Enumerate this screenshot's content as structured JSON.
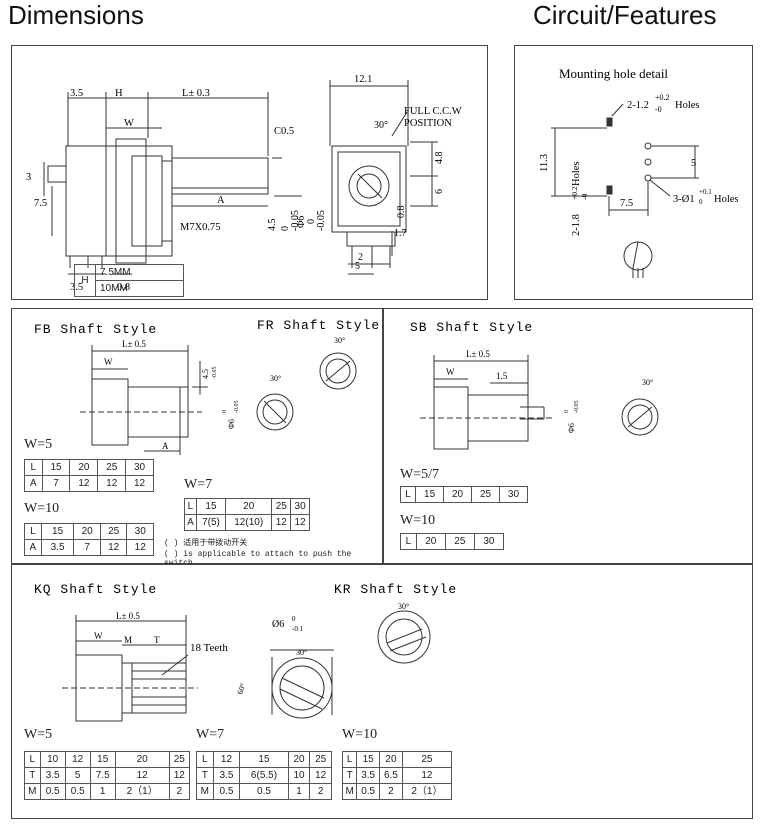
{
  "headings": {
    "dimensions": "Dimensions",
    "circuit": "Circuit/Features"
  },
  "main_drawing": {
    "d35_top": "3.5",
    "dH": "H",
    "dL": "L± 0.3",
    "dW": "W",
    "dC": "C0.5",
    "dA": "A",
    "dM7": "M7X0.75",
    "d3": "3",
    "d75": "7.5",
    "d35_bot": "3.5",
    "d08": "0.8",
    "d45": "4.5",
    "d005a": "-0.05",
    "d0a": "0",
    "dphi6": "Φ6",
    "d005b": "-0.05",
    "d0b": "0",
    "d121": "12.1",
    "d30": "30°",
    "full1": "FULL C.C.W",
    "full2": "POSITION",
    "d48": "4.8",
    "d6": "6",
    "d08b": "0.8",
    "d2": "2",
    "d17": "1.7",
    "d5": "5",
    "h_table": {
      "h": "H",
      "r1": "7.5MM",
      "r2": "10MM"
    }
  },
  "mounting": {
    "title": "Mounting hole detail",
    "h1a": "2-1.2",
    "h1b": "+0.2",
    "h1c": "-0",
    "h1d": "Holes",
    "d113": "11.3",
    "d5": "5",
    "d75": "7.5",
    "v1a": "2-1.8",
    "v1b": "+0.2",
    "v1c": "-0",
    "v1d": "Holes",
    "h3a": "3-Ø1",
    "h3b": "+0.1",
    "h3c": "0",
    "h3d": "Holes"
  },
  "fb": {
    "title": "FB  Shaft  Style",
    "dL": "L± 0.5",
    "dW": "W",
    "d45": "4.5",
    "d005": "-0.05",
    "dphi": "Φ6",
    "d0": "0",
    "d005b": "-0.05",
    "dA": "A"
  },
  "fr": {
    "title": "FR  Shaft  Style",
    "d30a": "30°",
    "d30b": "30°"
  },
  "sb": {
    "title": "SB  Shaft  Style",
    "dL": "L± 0.5",
    "dW": "W",
    "d15": "1.5",
    "dphi": "Φ6",
    "d0": "0",
    "d005": "-0.05",
    "d30": "30°"
  },
  "fb_w5": {
    "label": "W=5",
    "rows": [
      [
        "L",
        "15",
        "20",
        "25",
        "30"
      ],
      [
        "A",
        "7",
        "12",
        "12",
        "12"
      ]
    ]
  },
  "fb_w10": {
    "label": "W=10",
    "rows": [
      [
        "L",
        "15",
        "20",
        "25",
        "30"
      ],
      [
        "A",
        "3.5",
        "7",
        "12",
        "12"
      ]
    ]
  },
  "fb_w7": {
    "label": "W=7",
    "rows": [
      [
        "L",
        "15",
        "20",
        "25",
        "30"
      ],
      [
        "A",
        "7(5)",
        "12(10)",
        "12",
        "12"
      ]
    ]
  },
  "fb_note1": "( ) 适用于带拨动开关",
  "fb_note2": "( ) is applicable to attach to push the switch",
  "sb_w57": {
    "label": "W=5/7",
    "rows": [
      [
        "L",
        "15",
        "20",
        "25",
        "30"
      ]
    ]
  },
  "sb_w10": {
    "label": "W=10",
    "rows": [
      [
        "L",
        "20",
        "25",
        "30"
      ]
    ]
  },
  "kq": {
    "title": "KQ  Shaft  Style",
    "dL": "L± 0.5",
    "dW": "W",
    "dM": "M",
    "dT": "T",
    "teeth": "18 Teeth",
    "phi": "Ø6",
    "d0": "0",
    "d01": "-0.1",
    "d30": "30°",
    "d60": "60°"
  },
  "kr": {
    "title": "KR  Shaft  Style",
    "d30": "30°"
  },
  "kq_w5": {
    "label": "W=5",
    "rows": [
      [
        "L",
        "10",
        "12",
        "15",
        "20",
        "25"
      ],
      [
        "T",
        "3.5",
        "5",
        "7.5",
        "12",
        "12"
      ],
      [
        "M",
        "0.5",
        "0.5",
        "1",
        "2（1）",
        "2"
      ]
    ]
  },
  "kq_w7": {
    "label": "W=7",
    "rows": [
      [
        "L",
        "12",
        "15",
        "20",
        "25"
      ],
      [
        "T",
        "3.5",
        "6(5.5)",
        "10",
        "12"
      ],
      [
        "M",
        "0.5",
        "0.5",
        "1",
        "2"
      ]
    ]
  },
  "kq_w10": {
    "label": "W=10",
    "rows": [
      [
        "L",
        "15",
        "20",
        "25"
      ],
      [
        "T",
        "3.5",
        "6.5",
        "12"
      ],
      [
        "M",
        "0.5",
        "2",
        "2（1）"
      ]
    ]
  }
}
